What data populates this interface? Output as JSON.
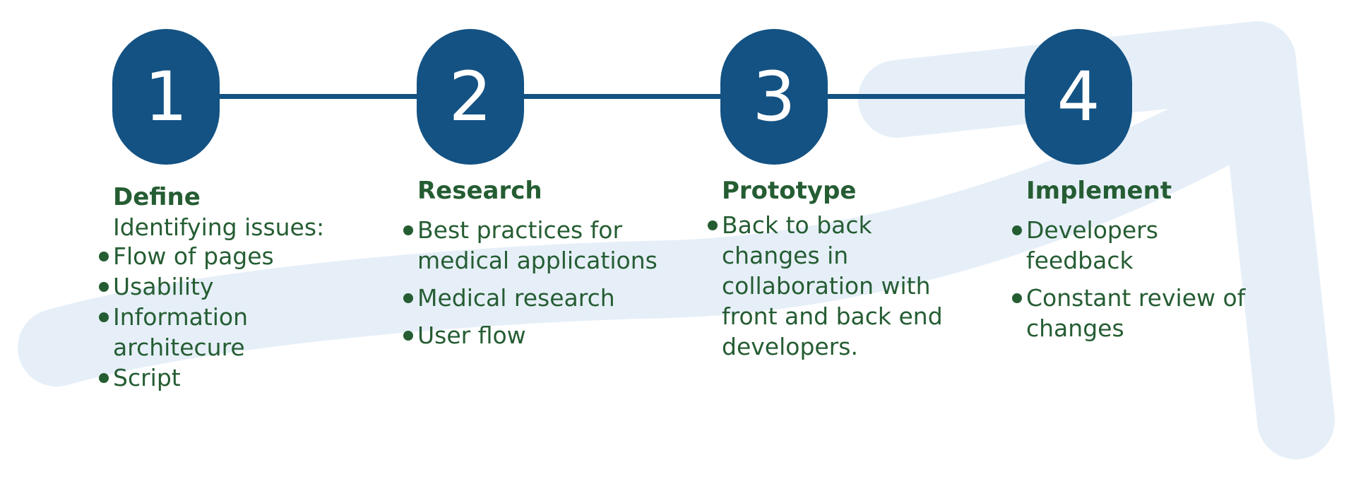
{
  "colors": {
    "badge": "#135283",
    "line": "#135283",
    "text": "#255d33",
    "arrow": "#e6eff8"
  },
  "steps": [
    {
      "number": "1",
      "title": "Define",
      "intro": "Identifying issues:",
      "items": [
        "Flow of pages",
        "Usability",
        "Information\narchitecure",
        "Script"
      ]
    },
    {
      "number": "2",
      "title": "Research",
      "intro": "",
      "items": [
        "Best practices for\nmedical applications",
        "Medical research",
        "User flow"
      ]
    },
    {
      "number": "3",
      "title": "Prototype",
      "intro": "",
      "items": [
        "Back to back\nchanges in\ncollaboration with\nfront and back end\ndevelopers."
      ]
    },
    {
      "number": "4",
      "title": "Implement",
      "intro": "",
      "items": [
        "Developers\nfeedback",
        "Constant review of\nchanges"
      ]
    }
  ]
}
